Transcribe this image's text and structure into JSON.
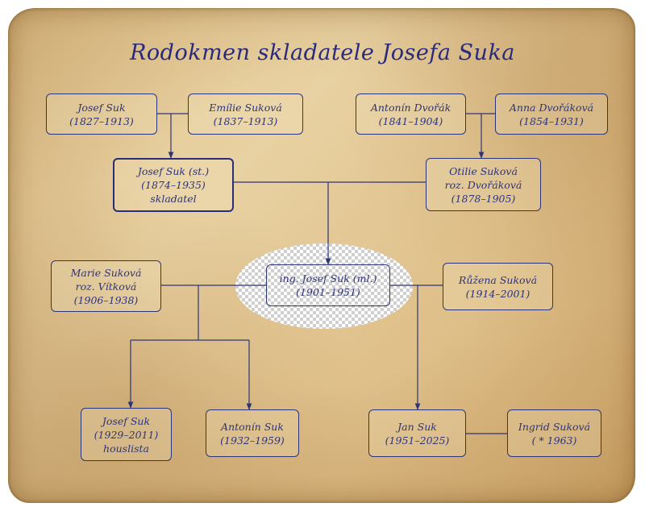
{
  "title": "Rodokmen skladatele Josefa Suka",
  "nodes": {
    "josef_suk_1827": {
      "name": "Josef Suk",
      "dates": "(1827–1913)"
    },
    "emilie_sukova": {
      "name": "Emílie Suková",
      "dates": "(1837–1913)"
    },
    "antonin_dvorak": {
      "name": "Antonín Dvořák",
      "dates": "(1841–1904)"
    },
    "anna_dvorakova": {
      "name": "Anna Dvořáková",
      "dates": "(1854–1931)"
    },
    "josef_suk_st": {
      "name": "Josef Suk (st.)",
      "dates": "(1874–1935)",
      "note": "skladatel"
    },
    "otilie_sukova": {
      "name": "Otilie Suková",
      "maiden": "roz. Dvořáková",
      "dates": "(1878–1905)"
    },
    "marie_sukova": {
      "name": "Marie Suková",
      "maiden": "roz. Vítková",
      "dates": "(1906–1938)"
    },
    "josef_suk_ml": {
      "name": "ing. Josef Suk (ml.)",
      "dates": "(1901–1951)"
    },
    "ruzena_sukova": {
      "name": "Růžena Suková",
      "dates": "(1914–2001)"
    },
    "josef_suk_1929": {
      "name": "Josef Suk",
      "dates": "(1929–2011)",
      "note": "houslista"
    },
    "antonin_suk": {
      "name": "Antonín Suk",
      "dates": "(1932–1959)"
    },
    "jan_suk": {
      "name": "Jan Suk",
      "dates": "(1951–2025)"
    },
    "ingrid_sukova": {
      "name": "Ingrid Suková",
      "dates": "( * 1963)"
    }
  },
  "colors": {
    "ink": "#2e3478",
    "paper": "#e3c792"
  }
}
